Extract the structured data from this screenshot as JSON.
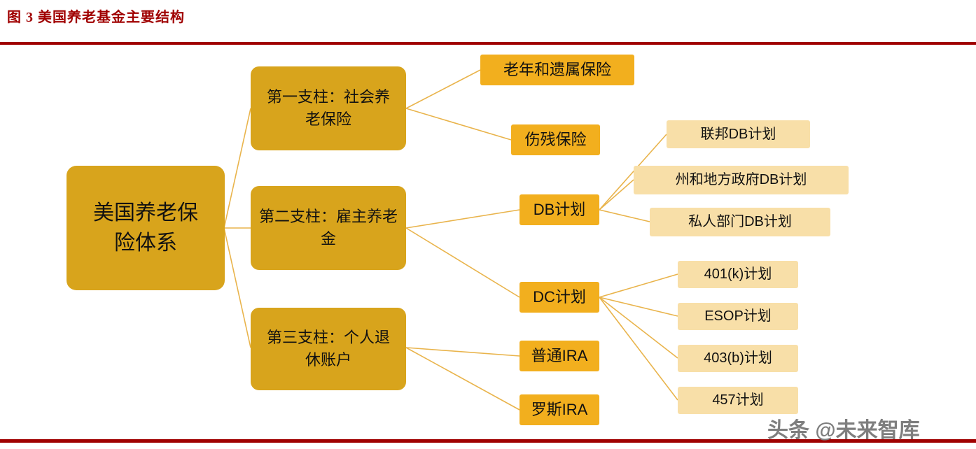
{
  "figure": {
    "title": "图 3 美国养老基金主要结构"
  },
  "watermark": "头条 @未来智库",
  "colors": {
    "accent_red": "#A00000",
    "level1_box": "#D8A41C",
    "level2_box": "#F2AF1E",
    "level3_box": "#F8DFA8",
    "connector": "#E9B44C",
    "watermark_gray": "#7E7E7E"
  },
  "diagram": {
    "root": {
      "label": "美国养老保\n险体系"
    },
    "pillar1": {
      "label": "第一支柱：社会养\n老保险"
    },
    "pillar2": {
      "label": "第二支柱：雇主养老\n金"
    },
    "pillar3": {
      "label": "第三支柱：个人退\n休账户"
    },
    "oasi": {
      "label": "老年和遗属保险"
    },
    "disability": {
      "label": "伤残保险"
    },
    "db": {
      "label": "DB计划"
    },
    "dc": {
      "label": "DC计划"
    },
    "trad_ira": {
      "label": "普通IRA"
    },
    "roth_ira": {
      "label": "罗斯IRA"
    },
    "federal_db": {
      "label": "联邦DB计划"
    },
    "state_local_db": {
      "label": "州和地方政府DB计划"
    },
    "private_db": {
      "label": "私人部门DB计划"
    },
    "plan_401k": {
      "label": "401(k)计划"
    },
    "plan_esop": {
      "label": "ESOP计划"
    },
    "plan_403b": {
      "label": "403(b)计划"
    },
    "plan_457": {
      "label": "457计划"
    }
  }
}
